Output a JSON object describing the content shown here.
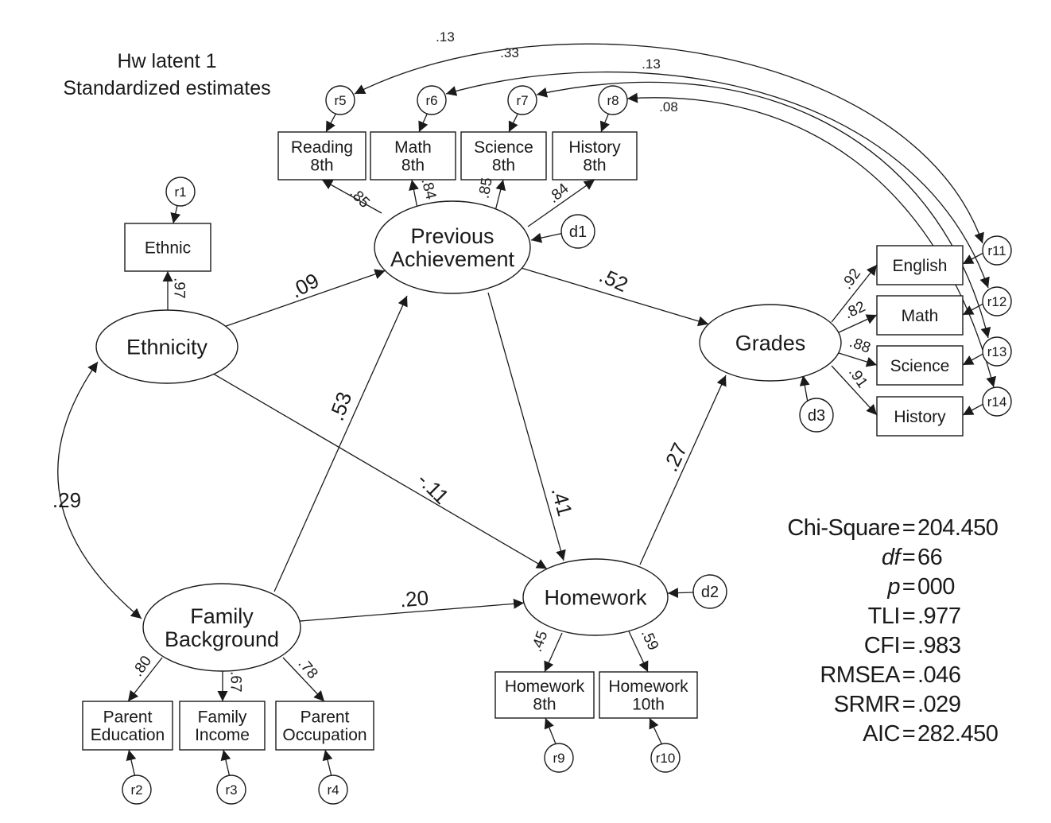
{
  "title": {
    "line1": "Hw latent 1",
    "line2": "Standardized estimates"
  },
  "latents": {
    "ethnicity": "Ethnicity",
    "family_background": [
      "Family",
      "Background"
    ],
    "previous_achievement": [
      "Previous",
      "Achievement"
    ],
    "homework": "Homework",
    "grades": "Grades"
  },
  "observed": {
    "ethnic": [
      "Ethnic"
    ],
    "reading8": [
      "Reading",
      "8th"
    ],
    "math8": [
      "Math",
      "8th"
    ],
    "science8": [
      "Science",
      "8th"
    ],
    "history8": [
      "History",
      "8th"
    ],
    "english": [
      "English"
    ],
    "math": [
      "Math"
    ],
    "science": [
      "Science"
    ],
    "history": [
      "History"
    ],
    "parent_education": [
      "Parent",
      "Education"
    ],
    "family_income": [
      "Family",
      "Income"
    ],
    "parent_occupation": [
      "Parent",
      "Occupation"
    ],
    "homework8": [
      "Homework",
      "8th"
    ],
    "homework10": [
      "Homework",
      "10th"
    ]
  },
  "errors": {
    "r1": "r1",
    "r2": "r2",
    "r3": "r3",
    "r4": "r4",
    "r5": "r5",
    "r6": "r6",
    "r7": "r7",
    "r8": "r8",
    "r9": "r9",
    "r10": "r10",
    "r11": "r11",
    "r12": "r12",
    "r13": "r13",
    "r14": "r14",
    "d1": "d1",
    "d2": "d2",
    "d3": "d3"
  },
  "paths": {
    "ethnicity_to_prev": ".09",
    "ethnicity_to_homework": "-.11",
    "family_to_prev": ".53",
    "family_to_homework": ".20",
    "prev_to_homework": ".41",
    "prev_to_grades": ".52",
    "homework_to_grades": ".27",
    "ethnicity_family_cov": ".29"
  },
  "loadings": {
    "ethnic": ".97",
    "reading8": ".85",
    "math8": ".84",
    "science8": ".85",
    "history8": ".84",
    "english": ".92",
    "math": ".82",
    "science": ".88",
    "history": ".91",
    "parent_education": ".80",
    "family_income": ".67",
    "parent_occupation": ".78",
    "homework8": ".45",
    "homework10": ".59"
  },
  "error_covariances": {
    "r5_r11": ".13",
    "r6_r12": ".33",
    "r7_r13": ".13",
    "r8_r14": ".08"
  },
  "fit": [
    {
      "label": "Chi-Square",
      "italic": false,
      "value": "204.450"
    },
    {
      "label": "df",
      "italic": true,
      "value": "66"
    },
    {
      "label": "p",
      "italic": true,
      "value": "000"
    },
    {
      "label": "TLI",
      "italic": false,
      "value": ".977"
    },
    {
      "label": "CFI",
      "italic": false,
      "value": ".983"
    },
    {
      "label": "RMSEA",
      "italic": false,
      "value": ".046"
    },
    {
      "label": "SRMR",
      "italic": false,
      "value": ".029"
    },
    {
      "label": "AIC",
      "italic": false,
      "value": "282.450"
    }
  ]
}
